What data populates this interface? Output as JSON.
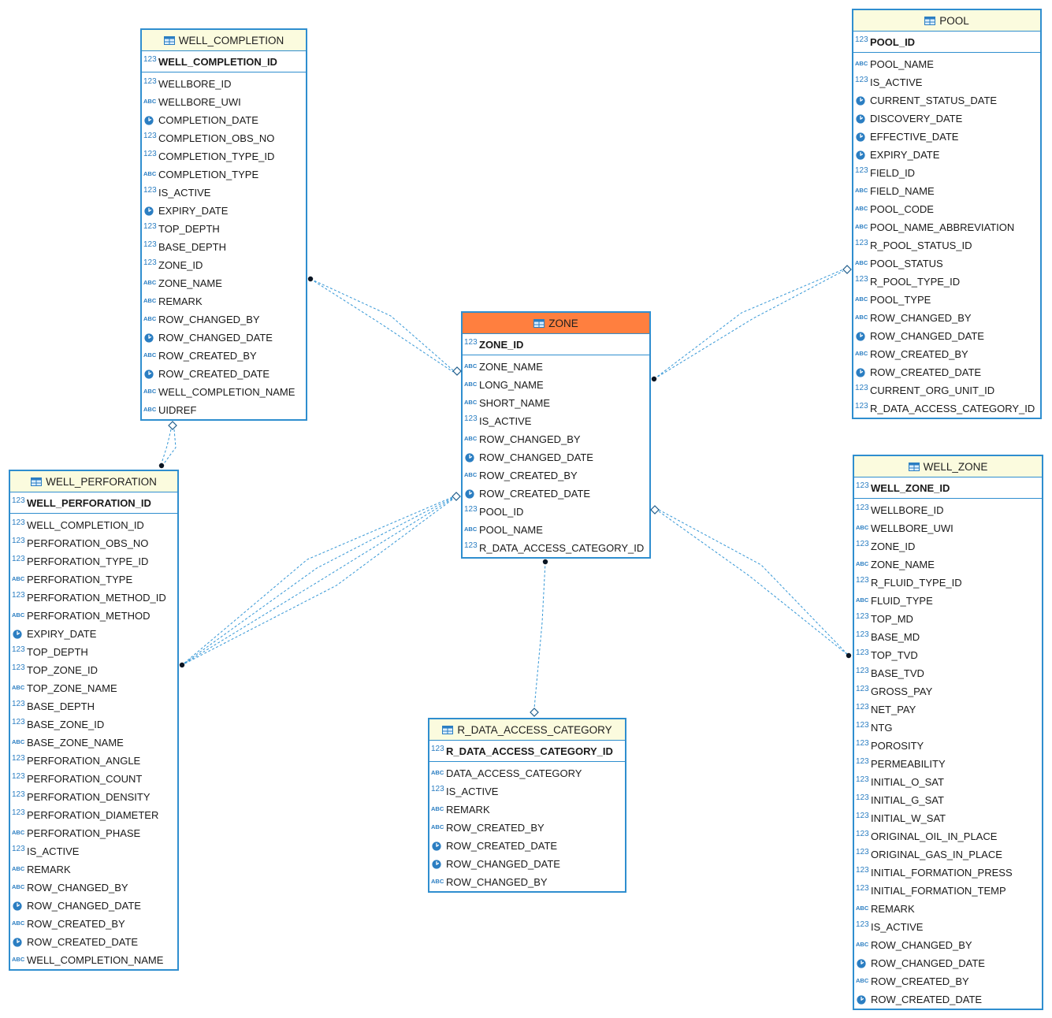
{
  "colors": {
    "border": "#2f8ecf",
    "icon": "#2b7ec2",
    "text": "#1a1a1a",
    "relation_line": "#3597d6"
  },
  "type_icons": {
    "number-type-icon": {
      "glyph": "123"
    },
    "string-type-icon": {
      "glyph": "ABC"
    },
    "date-type-icon": {}
  },
  "tables": [
    {
      "title": "WELL_COMPLETION",
      "header_color": "#fbfbde",
      "pk": {
        "icon": "number-type-icon",
        "name": "WELL_COMPLETION_ID"
      },
      "columns": [
        {
          "icon": "number-type-icon",
          "name": "WELLBORE_ID"
        },
        {
          "icon": "string-type-icon",
          "name": "WELLBORE_UWI"
        },
        {
          "icon": "date-type-icon",
          "name": "COMPLETION_DATE"
        },
        {
          "icon": "number-type-icon",
          "name": "COMPLETION_OBS_NO"
        },
        {
          "icon": "number-type-icon",
          "name": "COMPLETION_TYPE_ID"
        },
        {
          "icon": "string-type-icon",
          "name": "COMPLETION_TYPE"
        },
        {
          "icon": "number-type-icon",
          "name": "IS_ACTIVE"
        },
        {
          "icon": "date-type-icon",
          "name": "EXPIRY_DATE"
        },
        {
          "icon": "number-type-icon",
          "name": "TOP_DEPTH"
        },
        {
          "icon": "number-type-icon",
          "name": "BASE_DEPTH"
        },
        {
          "icon": "number-type-icon",
          "name": "ZONE_ID"
        },
        {
          "icon": "string-type-icon",
          "name": "ZONE_NAME"
        },
        {
          "icon": "string-type-icon",
          "name": "REMARK"
        },
        {
          "icon": "string-type-icon",
          "name": "ROW_CHANGED_BY"
        },
        {
          "icon": "date-type-icon",
          "name": "ROW_CHANGED_DATE"
        },
        {
          "icon": "string-type-icon",
          "name": "ROW_CREATED_BY"
        },
        {
          "icon": "date-type-icon",
          "name": "ROW_CREATED_DATE"
        },
        {
          "icon": "string-type-icon",
          "name": "WELL_COMPLETION_NAME"
        },
        {
          "icon": "string-type-icon",
          "name": "UIDREF"
        }
      ]
    },
    {
      "title": "POOL",
      "header_color": "#fbfbde",
      "pk": {
        "icon": "number-type-icon",
        "name": "POOL_ID"
      },
      "columns": [
        {
          "icon": "string-type-icon",
          "name": "POOL_NAME"
        },
        {
          "icon": "number-type-icon",
          "name": "IS_ACTIVE"
        },
        {
          "icon": "date-type-icon",
          "name": "CURRENT_STATUS_DATE"
        },
        {
          "icon": "date-type-icon",
          "name": "DISCOVERY_DATE"
        },
        {
          "icon": "date-type-icon",
          "name": "EFFECTIVE_DATE"
        },
        {
          "icon": "date-type-icon",
          "name": "EXPIRY_DATE"
        },
        {
          "icon": "number-type-icon",
          "name": "FIELD_ID"
        },
        {
          "icon": "string-type-icon",
          "name": "FIELD_NAME"
        },
        {
          "icon": "string-type-icon",
          "name": "POOL_CODE"
        },
        {
          "icon": "string-type-icon",
          "name": "POOL_NAME_ABBREVIATION"
        },
        {
          "icon": "number-type-icon",
          "name": "R_POOL_STATUS_ID"
        },
        {
          "icon": "string-type-icon",
          "name": "POOL_STATUS"
        },
        {
          "icon": "number-type-icon",
          "name": "R_POOL_TYPE_ID"
        },
        {
          "icon": "string-type-icon",
          "name": "POOL_TYPE"
        },
        {
          "icon": "string-type-icon",
          "name": "ROW_CHANGED_BY"
        },
        {
          "icon": "date-type-icon",
          "name": "ROW_CHANGED_DATE"
        },
        {
          "icon": "string-type-icon",
          "name": "ROW_CREATED_BY"
        },
        {
          "icon": "date-type-icon",
          "name": "ROW_CREATED_DATE"
        },
        {
          "icon": "number-type-icon",
          "name": "CURRENT_ORG_UNIT_ID"
        },
        {
          "icon": "number-type-icon",
          "name": "R_DATA_ACCESS_CATEGORY_ID"
        }
      ]
    },
    {
      "title": "ZONE",
      "header_color": "#ff7f3f",
      "pk": {
        "icon": "number-type-icon",
        "name": "ZONE_ID"
      },
      "columns": [
        {
          "icon": "string-type-icon",
          "name": "ZONE_NAME"
        },
        {
          "icon": "string-type-icon",
          "name": "LONG_NAME"
        },
        {
          "icon": "string-type-icon",
          "name": "SHORT_NAME"
        },
        {
          "icon": "number-type-icon",
          "name": "IS_ACTIVE"
        },
        {
          "icon": "string-type-icon",
          "name": "ROW_CHANGED_BY"
        },
        {
          "icon": "date-type-icon",
          "name": "ROW_CHANGED_DATE"
        },
        {
          "icon": "string-type-icon",
          "name": "ROW_CREATED_BY"
        },
        {
          "icon": "date-type-icon",
          "name": "ROW_CREATED_DATE"
        },
        {
          "icon": "number-type-icon",
          "name": "POOL_ID"
        },
        {
          "icon": "string-type-icon",
          "name": "POOL_NAME"
        },
        {
          "icon": "number-type-icon",
          "name": "R_DATA_ACCESS_CATEGORY_ID"
        }
      ]
    },
    {
      "title": "WELL_PERFORATION",
      "header_color": "#fbfbde",
      "pk": {
        "icon": "number-type-icon",
        "name": "WELL_PERFORATION_ID"
      },
      "columns": [
        {
          "icon": "number-type-icon",
          "name": "WELL_COMPLETION_ID"
        },
        {
          "icon": "number-type-icon",
          "name": "PERFORATION_OBS_NO"
        },
        {
          "icon": "number-type-icon",
          "name": "PERFORATION_TYPE_ID"
        },
        {
          "icon": "string-type-icon",
          "name": "PERFORATION_TYPE"
        },
        {
          "icon": "number-type-icon",
          "name": "PERFORATION_METHOD_ID"
        },
        {
          "icon": "string-type-icon",
          "name": "PERFORATION_METHOD"
        },
        {
          "icon": "date-type-icon",
          "name": "EXPIRY_DATE"
        },
        {
          "icon": "number-type-icon",
          "name": "TOP_DEPTH"
        },
        {
          "icon": "number-type-icon",
          "name": "TOP_ZONE_ID"
        },
        {
          "icon": "string-type-icon",
          "name": "TOP_ZONE_NAME"
        },
        {
          "icon": "number-type-icon",
          "name": "BASE_DEPTH"
        },
        {
          "icon": "number-type-icon",
          "name": "BASE_ZONE_ID"
        },
        {
          "icon": "string-type-icon",
          "name": "BASE_ZONE_NAME"
        },
        {
          "icon": "number-type-icon",
          "name": "PERFORATION_ANGLE"
        },
        {
          "icon": "number-type-icon",
          "name": "PERFORATION_COUNT"
        },
        {
          "icon": "number-type-icon",
          "name": "PERFORATION_DENSITY"
        },
        {
          "icon": "number-type-icon",
          "name": "PERFORATION_DIAMETER"
        },
        {
          "icon": "string-type-icon",
          "name": "PERFORATION_PHASE"
        },
        {
          "icon": "number-type-icon",
          "name": "IS_ACTIVE"
        },
        {
          "icon": "string-type-icon",
          "name": "REMARK"
        },
        {
          "icon": "string-type-icon",
          "name": "ROW_CHANGED_BY"
        },
        {
          "icon": "date-type-icon",
          "name": "ROW_CHANGED_DATE"
        },
        {
          "icon": "string-type-icon",
          "name": "ROW_CREATED_BY"
        },
        {
          "icon": "date-type-icon",
          "name": "ROW_CREATED_DATE"
        },
        {
          "icon": "string-type-icon",
          "name": "WELL_COMPLETION_NAME"
        }
      ]
    },
    {
      "title": "R_DATA_ACCESS_CATEGORY",
      "header_color": "#fbfbde",
      "pk": {
        "icon": "number-type-icon",
        "name": "R_DATA_ACCESS_CATEGORY_ID"
      },
      "columns": [
        {
          "icon": "string-type-icon",
          "name": "DATA_ACCESS_CATEGORY"
        },
        {
          "icon": "number-type-icon",
          "name": "IS_ACTIVE"
        },
        {
          "icon": "string-type-icon",
          "name": "REMARK"
        },
        {
          "icon": "string-type-icon",
          "name": "ROW_CREATED_BY"
        },
        {
          "icon": "date-type-icon",
          "name": "ROW_CREATED_DATE"
        },
        {
          "icon": "date-type-icon",
          "name": "ROW_CHANGED_DATE"
        },
        {
          "icon": "string-type-icon",
          "name": "ROW_CHANGED_BY"
        }
      ]
    },
    {
      "title": "WELL_ZONE",
      "header_color": "#fbfbde",
      "pk": {
        "icon": "number-type-icon",
        "name": "WELL_ZONE_ID"
      },
      "columns": [
        {
          "icon": "number-type-icon",
          "name": "WELLBORE_ID"
        },
        {
          "icon": "string-type-icon",
          "name": "WELLBORE_UWI"
        },
        {
          "icon": "number-type-icon",
          "name": "ZONE_ID"
        },
        {
          "icon": "string-type-icon",
          "name": "ZONE_NAME"
        },
        {
          "icon": "number-type-icon",
          "name": "R_FLUID_TYPE_ID"
        },
        {
          "icon": "string-type-icon",
          "name": "FLUID_TYPE"
        },
        {
          "icon": "number-type-icon",
          "name": "TOP_MD"
        },
        {
          "icon": "number-type-icon",
          "name": "BASE_MD"
        },
        {
          "icon": "number-type-icon",
          "name": "TOP_TVD"
        },
        {
          "icon": "number-type-icon",
          "name": "BASE_TVD"
        },
        {
          "icon": "number-type-icon",
          "name": "GROSS_PAY"
        },
        {
          "icon": "number-type-icon",
          "name": "NET_PAY"
        },
        {
          "icon": "number-type-icon",
          "name": "NTG"
        },
        {
          "icon": "number-type-icon",
          "name": "POROSITY"
        },
        {
          "icon": "number-type-icon",
          "name": "PERMEABILITY"
        },
        {
          "icon": "number-type-icon",
          "name": "INITIAL_O_SAT"
        },
        {
          "icon": "number-type-icon",
          "name": "INITIAL_G_SAT"
        },
        {
          "icon": "number-type-icon",
          "name": "INITIAL_W_SAT"
        },
        {
          "icon": "number-type-icon",
          "name": "ORIGINAL_OIL_IN_PLACE"
        },
        {
          "icon": "number-type-icon",
          "name": "ORIGINAL_GAS_IN_PLACE"
        },
        {
          "icon": "number-type-icon",
          "name": "INITIAL_FORMATION_PRESS"
        },
        {
          "icon": "number-type-icon",
          "name": "INITIAL_FORMATION_TEMP"
        },
        {
          "icon": "string-type-icon",
          "name": "REMARK"
        },
        {
          "icon": "number-type-icon",
          "name": "IS_ACTIVE"
        },
        {
          "icon": "string-type-icon",
          "name": "ROW_CHANGED_BY"
        },
        {
          "icon": "date-type-icon",
          "name": "ROW_CHANGED_DATE"
        },
        {
          "icon": "string-type-icon",
          "name": "ROW_CREATED_BY"
        },
        {
          "icon": "date-type-icon",
          "name": "ROW_CREATED_DATE"
        }
      ]
    }
  ]
}
